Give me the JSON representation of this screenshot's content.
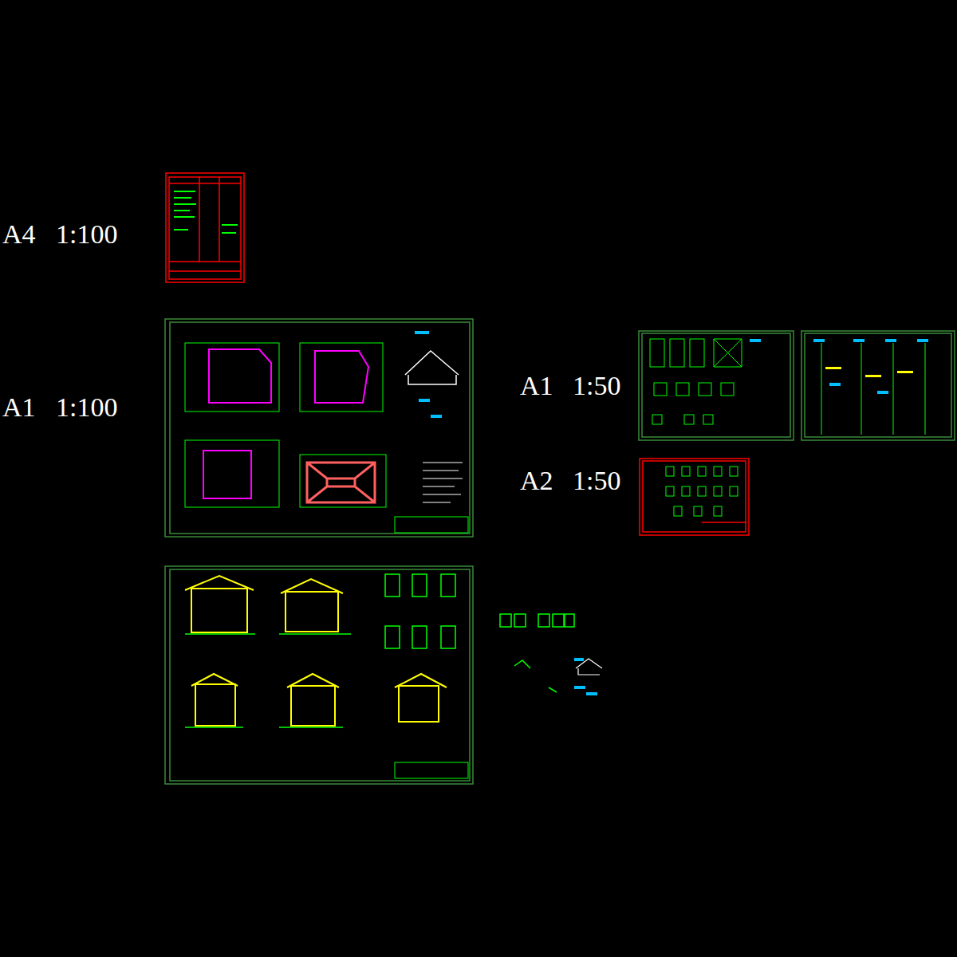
{
  "diagram": {
    "labels": [
      "A4",
      "1:100",
      "A1",
      "1:100",
      "A1",
      "1:50",
      "A2",
      "1:50"
    ]
  }
}
